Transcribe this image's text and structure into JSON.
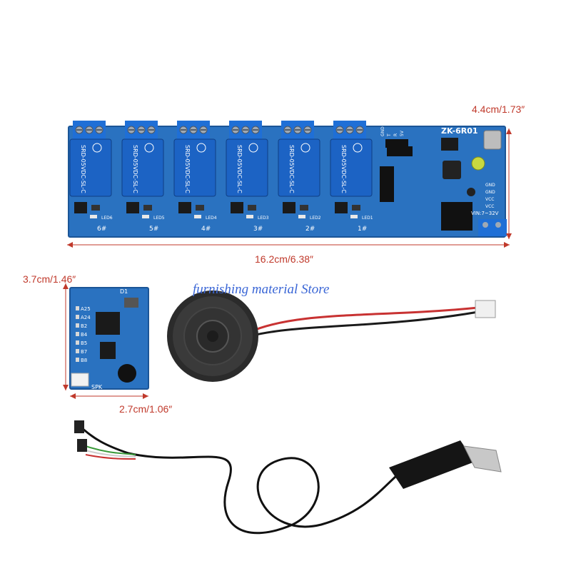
{
  "relay_board": {
    "model_label": "ZK-6R01",
    "vin_label": "VIN:7~32V",
    "header_pins": [
      "GND",
      "T",
      "R",
      "5V"
    ],
    "side_pins": [
      "GND",
      "GND",
      "VCC",
      "VCC"
    ],
    "relay_marking": "SRD-05VDC-SL-C",
    "channels": [
      "6#",
      "5#",
      "4#",
      "3#",
      "2#",
      "1#"
    ],
    "led_labels": [
      "LED6",
      "LED5",
      "LED4",
      "LED3",
      "LED2",
      "LED1"
    ],
    "width_dim": "16.2cm/6.38″",
    "height_dim": "4.4cm/1.73″"
  },
  "voice_module": {
    "height_dim": "3.7cm/1.46″",
    "width_dim": "2.7cm/1.06″",
    "spk_label": "SPK",
    "d1_label": "D1",
    "left_labels": [
      "A25",
      "A24",
      "B2",
      "B4",
      "B5",
      "B7",
      "B8"
    ]
  },
  "watermark": "furnishing material Store",
  "colors": {
    "pcb_blue": "#2a72c0",
    "relay_blue": "#1c63c4",
    "terminal_blue": "#1f6fd6",
    "dimension_red": "#c0392b",
    "watermark_blue": "#3a66d6"
  }
}
